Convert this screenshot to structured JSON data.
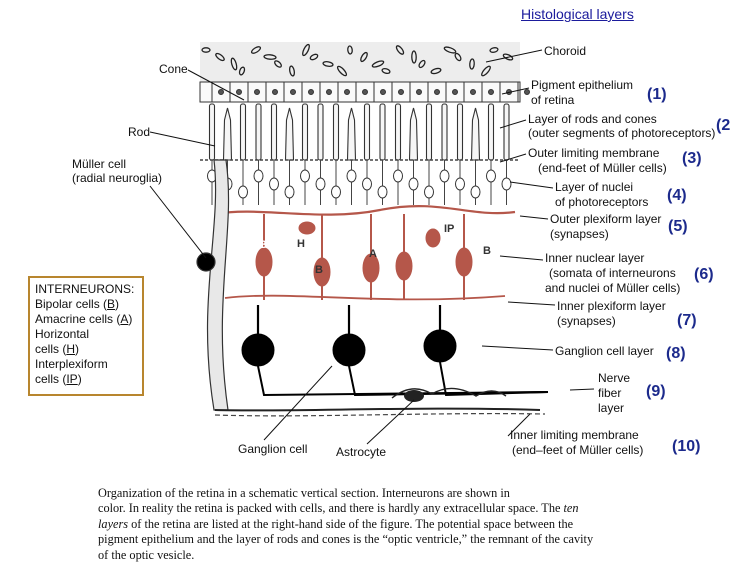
{
  "header": {
    "link": "Histological layers"
  },
  "cell_labels": {
    "cone": "Cone",
    "rod": "Rod",
    "muller_line1": "Müller cell",
    "muller_line2": "(radial neuroglia)",
    "ganglion_cell": "Ganglion cell",
    "astrocyte": "Astrocyte"
  },
  "cell_letters": {
    "b1": "B",
    "h": "H",
    "b2": "B",
    "a": "A",
    "ip": "IP",
    "b3": "B"
  },
  "layers": [
    {
      "line1": "Choroid",
      "line2": "",
      "number": ""
    },
    {
      "line1": "Pigment epithelium",
      "line2": "of retina",
      "number": "(1)"
    },
    {
      "line1": "Layer of rods and cones",
      "line2": "(outer segments of photoreceptors)",
      "number": "(2"
    },
    {
      "line1": "Outer limiting membrane",
      "line2": "(end-feet of Müller cells)",
      "number": "(3)"
    },
    {
      "line1": "Layer of nuclei",
      "line2": "of photoreceptors",
      "number": "(4)"
    },
    {
      "line1": "Outer plexiform layer",
      "line2": "(synapses)",
      "number": "(5)"
    },
    {
      "line1": "Inner nuclear layer",
      "line2": "(somata of interneurons",
      "line3": "and nuclei of Müller cells)",
      "number": "(6)"
    },
    {
      "line1": "Inner plexiform layer",
      "line2": "(synapses)",
      "number": "(7)"
    },
    {
      "line1": "Ganglion cell layer",
      "line2": "",
      "number": "(8)"
    },
    {
      "line1": "Nerve",
      "line2": "fiber",
      "line3": "layer",
      "number": "(9)"
    },
    {
      "line1": "Inner limiting membrane",
      "line2": "(end–feet of Müller cells)",
      "number": "(10)"
    }
  ],
  "legend": {
    "title": "INTERNEURONS:",
    "bipolar_text": "Bipolar cells (",
    "bipolar_letter": "B",
    "amacrine_text": "Amacrine cells (",
    "amacrine_letter": "A",
    "horizontal_line1": "Horizontal",
    "horizontal_text": "cells (",
    "horizontal_letter": "H",
    "interplexiform_line1": "Interplexiform",
    "interplexiform_text": "cells (",
    "interplexiform_letter": "IP",
    "close_paren": ")"
  },
  "caption": {
    "line1": "Organization of the retina in a schematic vertical section. Interneurons are shown in",
    "line2": "color. In reality the retina is packed with cells, and there is hardly any extracellular space. The ",
    "line2_italic": "ten",
    "line3_italic": "layers",
    "line3": " of the retina are listed at the right-hand side of the figure. The potential space between the",
    "line4": "pigment epithelium and the layer of rods and cones is the “optic ventricle,” the remnant of the cavity",
    "line5": "of the optic vesicle."
  },
  "colors": {
    "interneuron": "#b5574a",
    "ganglion": "#000000",
    "number": "#1c2a8c",
    "legend_border": "#b8862e",
    "link": "#1b1b9c"
  }
}
